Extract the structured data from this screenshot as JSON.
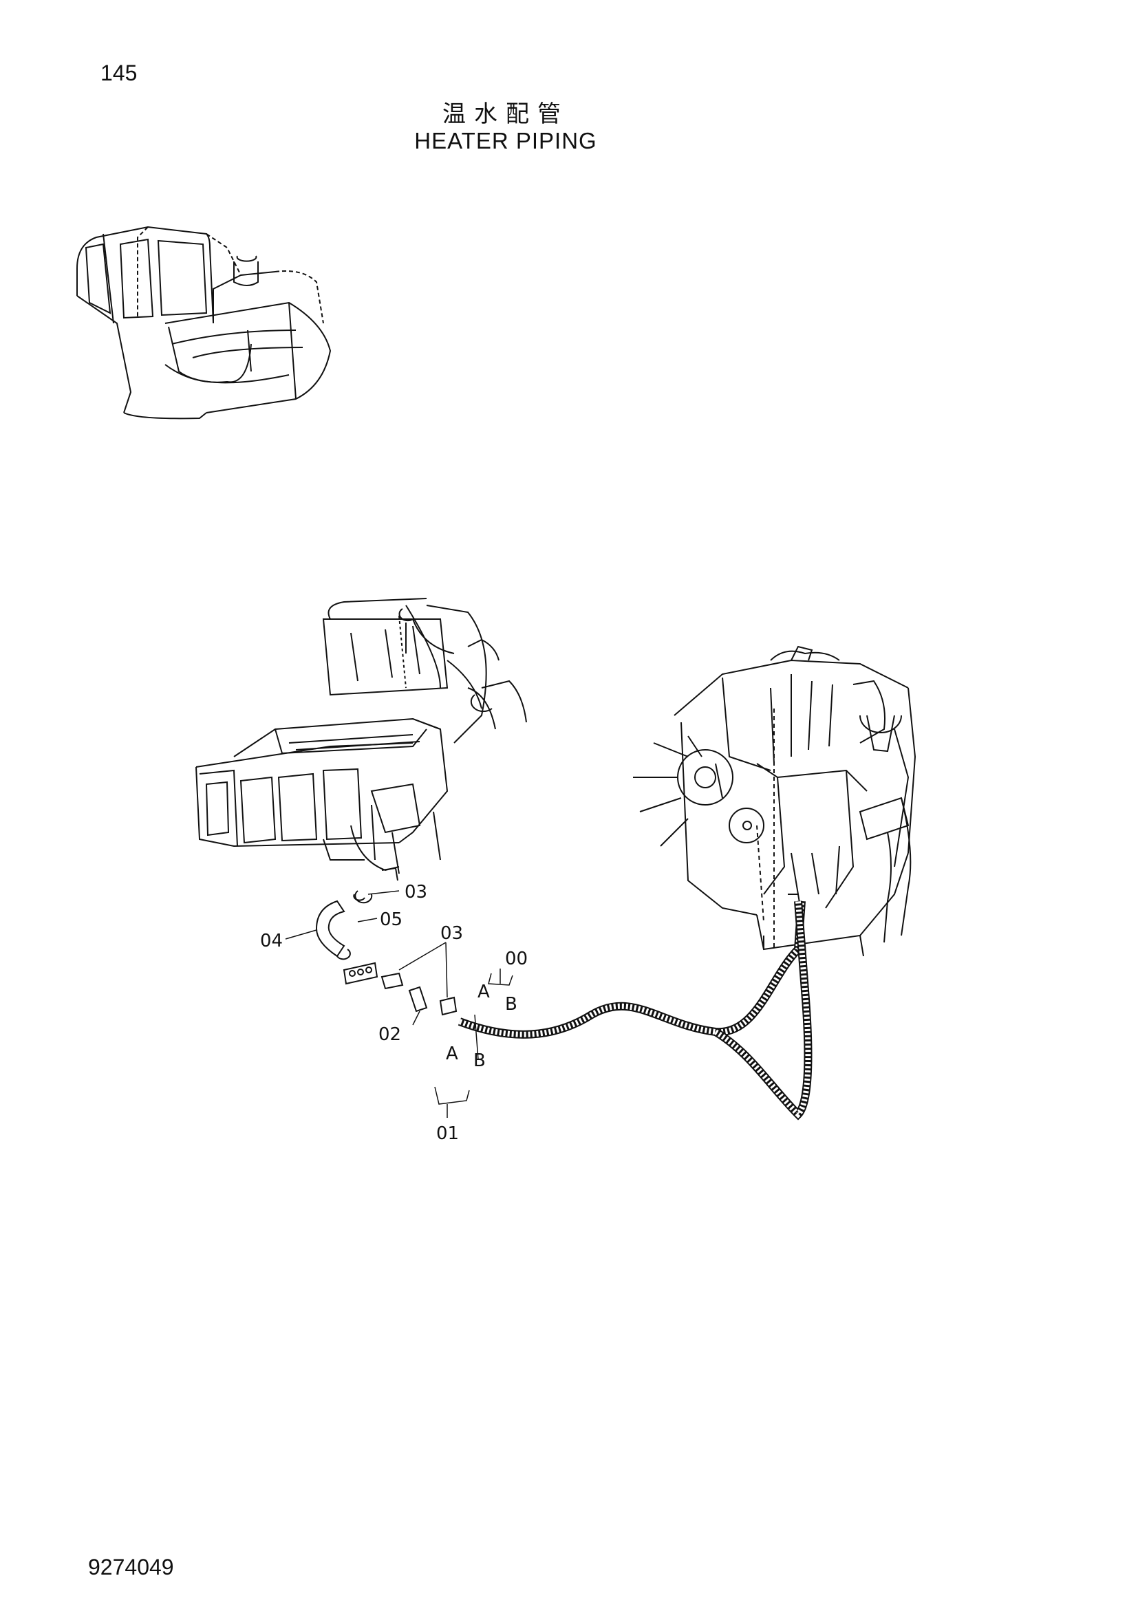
{
  "page": {
    "number": "145",
    "title_jp": "温水配管",
    "title_en": "HEATER PIPING",
    "doc_number": "9274049"
  },
  "callouts": {
    "c03_top": "03",
    "c05": "05",
    "c04": "04",
    "c03_mid": "03",
    "c00": "00",
    "c02": "02",
    "c01": "01",
    "a_top": "A",
    "b_top": "B",
    "a_bottom": "A",
    "b_bottom": "B"
  }
}
